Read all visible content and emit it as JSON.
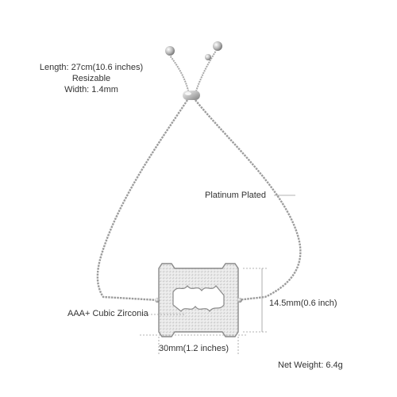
{
  "specs": {
    "length": "Length: 27cm(10.6 inches)",
    "resizable": "Resizable",
    "width": "Width: 1.4mm"
  },
  "callouts": {
    "plating": "Platinum Plated",
    "stones": "AAA+ Cubic Zirconia",
    "height": "14.5mm(0.6 inch)",
    "length": "30mm(1.2 inches)",
    "weight": "Net Weight: 6.4g"
  },
  "colors": {
    "background": "#ffffff",
    "text": "#333333",
    "silver": "#b8b8b8",
    "silver_dark": "#8a8a8a",
    "guide_line": "#9a9a9a"
  },
  "icons": {
    "product": "razor-blade-bracelet",
    "pendant": "razor-blade-charm",
    "clasp": "slider-bead"
  }
}
